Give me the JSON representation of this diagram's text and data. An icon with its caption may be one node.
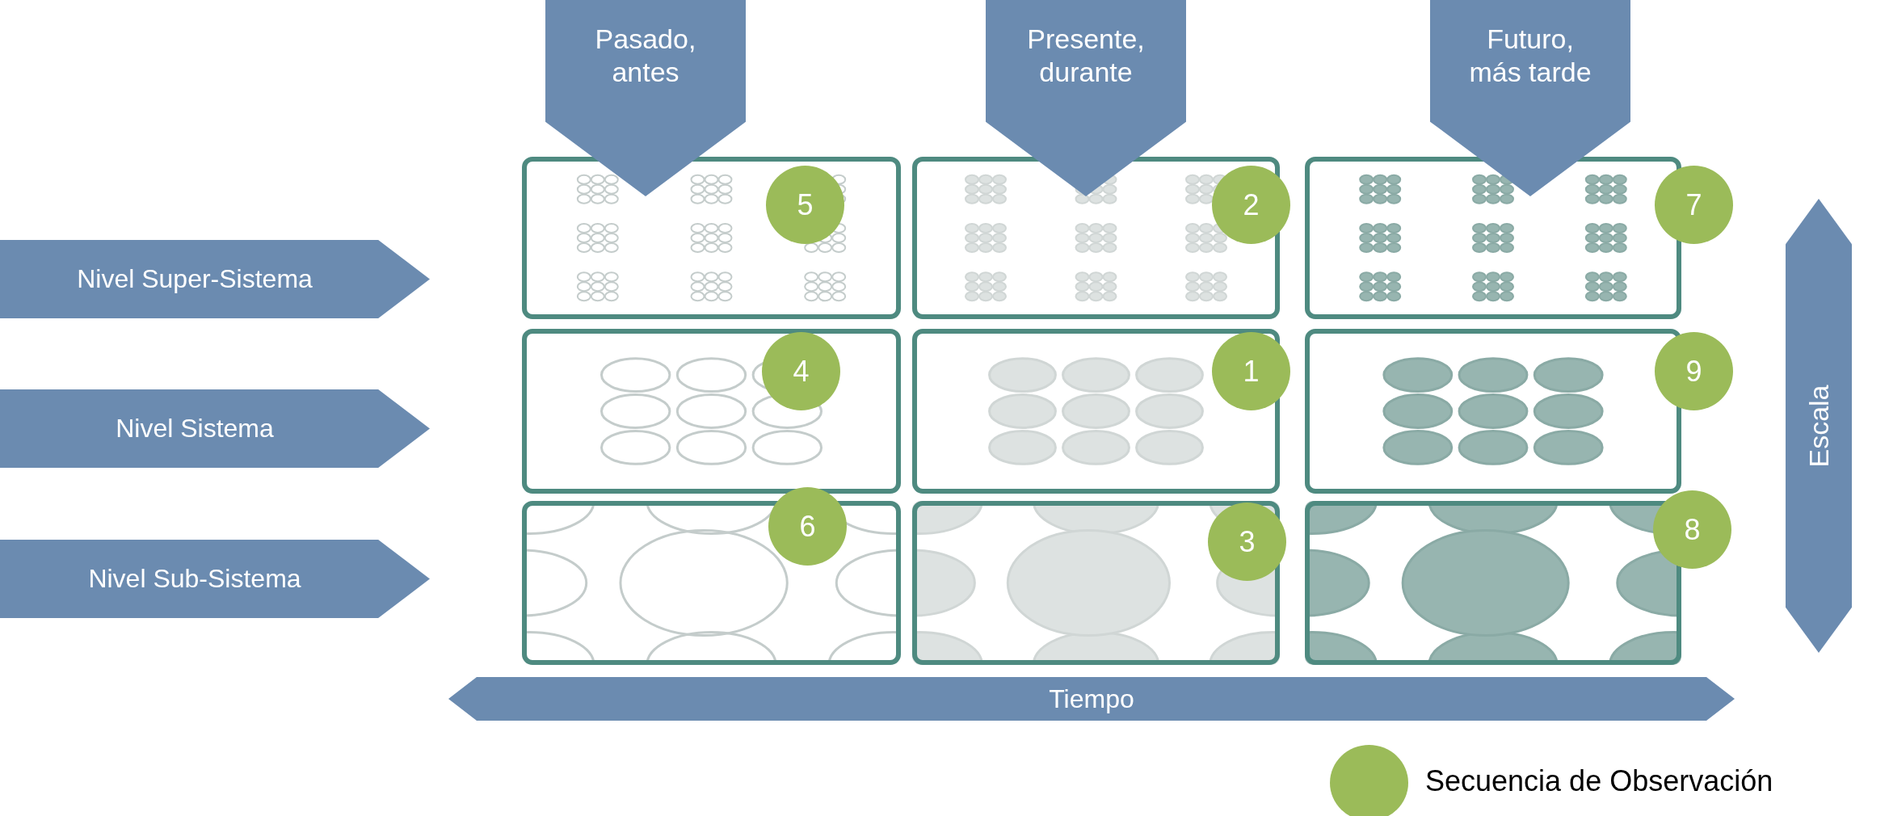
{
  "diagram": {
    "nodes": [
      {
        "text": [
          "Pasado, antes"
        ]
      },
      {
        "text": [
          "Presente, durante"
        ]
      },
      {
        "text": [
          "Futuro, más tarde"
        ]
      },
      {
        "text": [
          "5"
        ]
      },
      {
        "text": [
          "2"
        ]
      },
      {
        "text": [
          "7"
        ]
      },
      {
        "text": [
          "Escala"
        ]
      },
      {
        "text": [
          "Nivel Super-Sistema"
        ]
      },
      {
        "text": [
          "4"
        ]
      },
      {
        "text": [
          "1"
        ]
      },
      {
        "text": [
          "9"
        ]
      },
      {
        "text": [
          "Nivel Sistema"
        ]
      },
      {
        "text": [
          "6"
        ]
      },
      {
        "text": [
          "3"
        ]
      },
      {
        "text": [
          "8"
        ]
      },
      {
        "text": [
          "Nivel Sub-Sistema"
        ]
      },
      {
        "text": [
          "Tiempo"
        ]
      }
    ],
    "legend": [
      {
        "text": "Secuencia de Observación",
        "color": "#9bbb59"
      }
    ]
  }
}
